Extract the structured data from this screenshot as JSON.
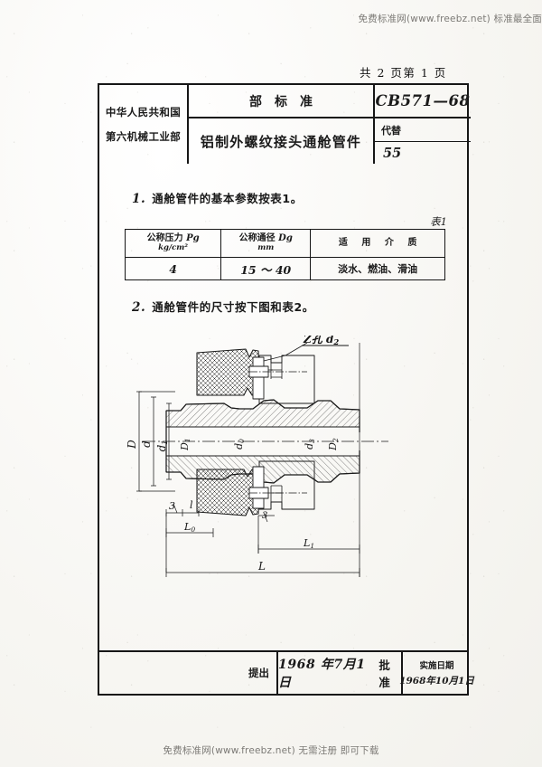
{
  "watermarks": {
    "top": "免费标准网(www.freebz.net) 标准最全面",
    "bottom": "免费标准网(www.freebz.net) 无需注册 即可下载"
  },
  "page_indicator": "共 2 页第 1 页",
  "header": {
    "organization_line1": "中华人民共和国",
    "organization_line2": "第六机械工业部",
    "standard_type": "部标准",
    "title": "铝制外螺纹接头通舱管件",
    "standard_code": "CB571—68",
    "replaces_label": "代替",
    "replaces_value": "55"
  },
  "clauses": {
    "c1_num": "1.",
    "c1_text": "通舱管件的基本参数按表1。",
    "c2_num": "2.",
    "c2_text": "通舱管件的尺寸按下图和表2。"
  },
  "table1": {
    "caption": "表1",
    "headers": [
      {
        "zh": "公称压力",
        "sym": "Pg",
        "unit": "kg/cm²"
      },
      {
        "zh": "公称通径",
        "sym": "Dg",
        "unit": "mm"
      },
      {
        "zh": "适 用 介 质",
        "sym": "",
        "unit": ""
      }
    ],
    "row": [
      "4",
      "15 ～ 40",
      "淡水、燃油、滑油"
    ]
  },
  "drawing": {
    "callout": "Z孔 d₂",
    "labels_left": [
      "D",
      "d",
      "d₁"
    ],
    "labels_axis": [
      "D₁",
      "d₀",
      "d₃",
      "D₂"
    ],
    "labels_bottom": [
      "3",
      "l",
      "L₀",
      "L₁",
      "L"
    ]
  },
  "footer": {
    "proposed_label": "提出",
    "approval_date": "1968 年7月1日",
    "approval_label": "批准",
    "effective_label": "实施日期",
    "effective_date": "1968年10月1日"
  },
  "colors": {
    "ink": "#161616",
    "paper": "#f7f6f2",
    "watermark": "#7c7a76"
  }
}
